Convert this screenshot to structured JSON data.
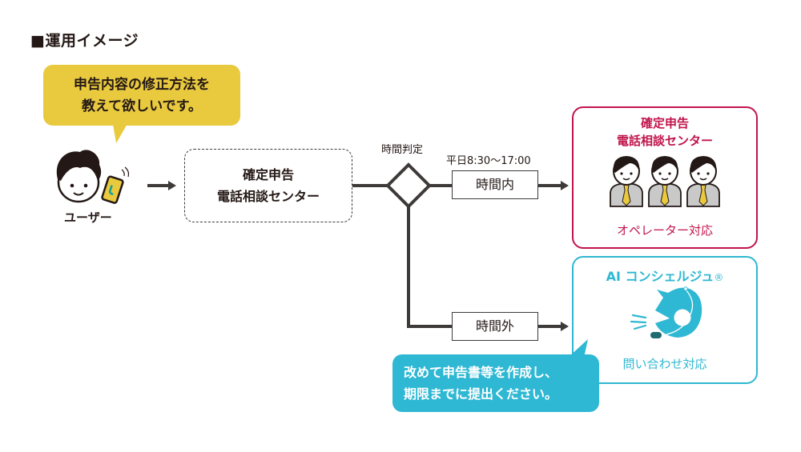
{
  "title": "■運用イメージ",
  "user": {
    "question_lines": [
      "申告内容の修正方法を",
      "教えて欲しいです。"
    ],
    "label": "ユーザー"
  },
  "center_box": {
    "lines": [
      "確定申告",
      "電話相談センター"
    ]
  },
  "decision": {
    "label": "時間判定",
    "hours": "平日8:30〜17:00"
  },
  "branches": {
    "in_hours": "時間内",
    "out_of_hours": "時間外"
  },
  "operator_card": {
    "title_lines": [
      "確定申告",
      "電話相談センター"
    ],
    "caption": "オペレーター対応",
    "color": "#c1144c"
  },
  "ai_card": {
    "title": "AI コンシェルジュ",
    "registered": "®",
    "caption": "問い合わせ対応",
    "color": "#2fb8d3"
  },
  "ai_reply_lines": [
    "改めて申告書等を作成し、",
    "期限までに提出ください。"
  ],
  "colors": {
    "yellow": "#e9c93e",
    "line": "#3e3a39",
    "operator_gray": "#c9c9c9",
    "tie": "#e9c93e"
  }
}
